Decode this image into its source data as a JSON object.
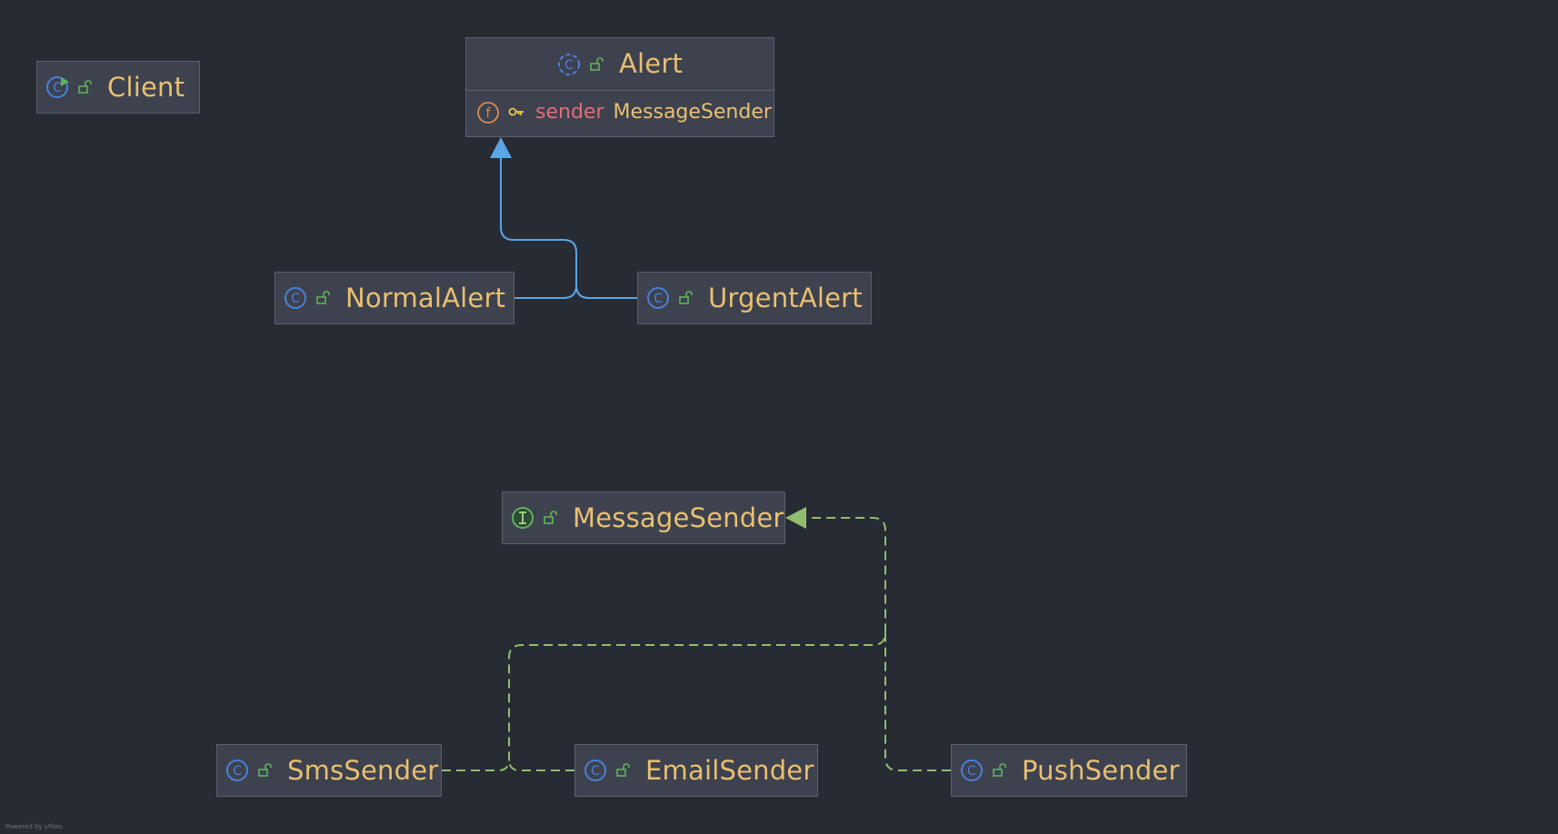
{
  "diagram": {
    "nodes": {
      "client": {
        "title": "Client",
        "kind": "class-main-icon"
      },
      "alert": {
        "title": "Alert",
        "kind": "abstract-class-icon",
        "field": {
          "name": "sender",
          "type": "MessageSender",
          "icon": "field-icon"
        }
      },
      "normal_alert": {
        "title": "NormalAlert",
        "kind": "class-icon"
      },
      "urgent_alert": {
        "title": "UrgentAlert",
        "kind": "class-icon"
      },
      "message_sender": {
        "title": "MessageSender",
        "kind": "interface-icon"
      },
      "sms_sender": {
        "title": "SmsSender",
        "kind": "class-icon"
      },
      "email_sender": {
        "title": "EmailSender",
        "kind": "class-icon"
      },
      "push_sender": {
        "title": "PushSender",
        "kind": "class-icon"
      }
    },
    "edges": [
      {
        "from": "NormalAlert",
        "to": "Alert",
        "relation": "extends"
      },
      {
        "from": "UrgentAlert",
        "to": "Alert",
        "relation": "extends"
      },
      {
        "from": "SmsSender",
        "to": "MessageSender",
        "relation": "implements"
      },
      {
        "from": "EmailSender",
        "to": "MessageSender",
        "relation": "implements"
      },
      {
        "from": "PushSender",
        "to": "MessageSender",
        "relation": "implements"
      }
    ],
    "colors": {
      "background": "#272b34",
      "node_fill": "#3d424e",
      "node_border": "#5b606b",
      "title_text": "#e9bf72",
      "field_name": "#e26d7a",
      "extends_edge": "#5aa6e6",
      "implements_edge": "#93bd6e",
      "class_icon": "#4a80d8",
      "visibility_icon": "#5fb35a"
    },
    "footer": "Powered by yFiles"
  }
}
